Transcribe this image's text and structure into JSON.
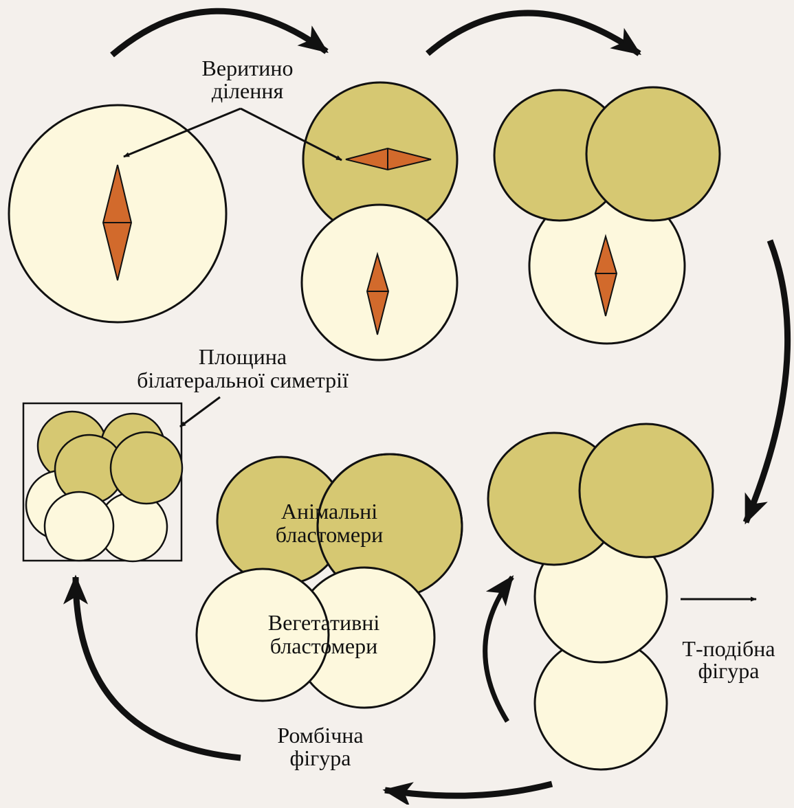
{
  "labels": {
    "spindle_line1": "Веритино",
    "spindle_line2": "ділення",
    "plane_line1": "Площина",
    "plane_line2": "білатеральної симетрії",
    "animal_line1": "Анімальні",
    "animal_line2": "бластомери",
    "vegetal_line1": "Вегетативні",
    "vegetal_line2": "бластомери",
    "t_line1": "Т-подібна",
    "t_line2": "фігура",
    "rhomb_line1": "Ромбічна",
    "rhomb_line2": "фігура"
  },
  "colors": {
    "animal": "#d6c872",
    "vegetal": "#fdf8dd",
    "spindle": "#d26a2c",
    "stroke": "#111111",
    "background": "#f4f0ec"
  }
}
